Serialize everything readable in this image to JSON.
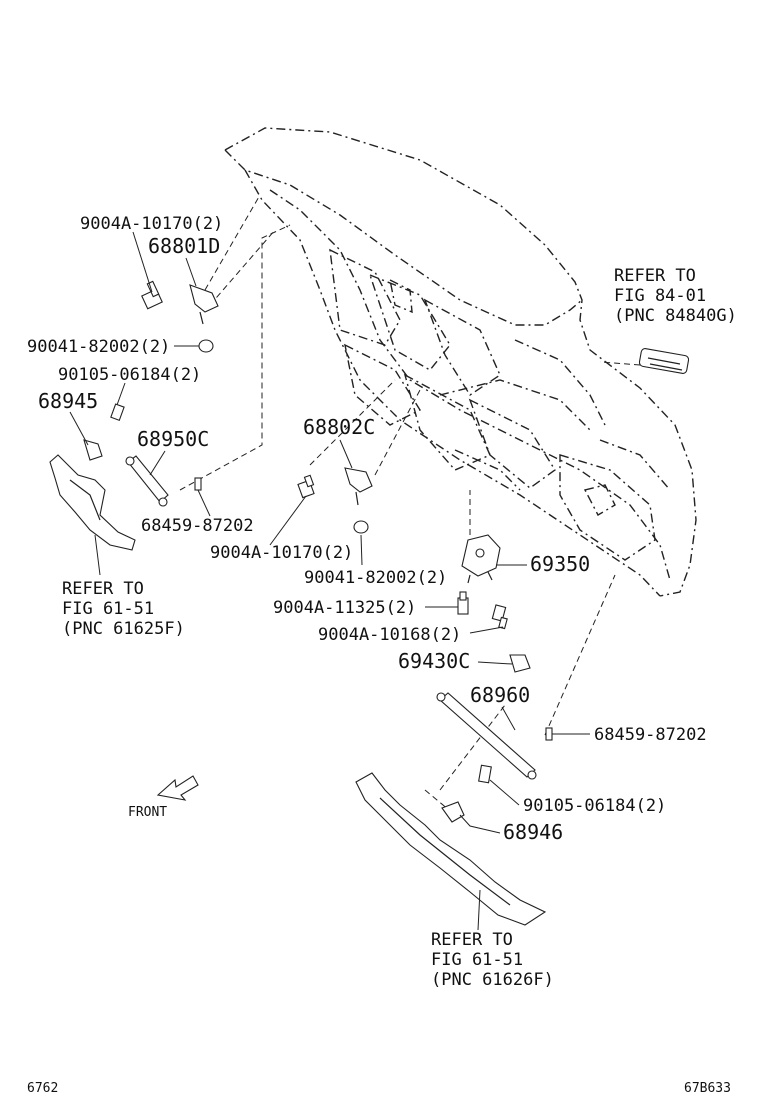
{
  "labels": {
    "bolt_top_left": "9004A-10170(2)",
    "hinge_left": "68801D",
    "nut_left": "90041-82002(2)",
    "bolt_strut_left": "90105-06184(2)",
    "bracket_left": "68945",
    "strut_left": "68950C",
    "stud_left": "68459-87202",
    "hinge_right": "68802C",
    "bolt_hinge_right": "9004A-10170(2)",
    "nut_right": "90041-82002(2)",
    "lock": "69350",
    "bolt_lock": "9004A-11325(2)",
    "bolt_striker": "9004A-10168(2)",
    "striker": "69430C",
    "strut_right": "68960",
    "stud_right": "68459-87202",
    "bolt_strut_right": "90105-06184(2)",
    "bracket_right": "68946"
  },
  "refs": {
    "top_right": [
      "REFER TO",
      "FIG 84-01",
      "(PNC 84840G)"
    ],
    "left": [
      "REFER TO",
      "FIG 61-51",
      "(PNC 61625F)"
    ],
    "bottom": [
      "REFER TO",
      "FIG 61-51",
      "(PNC 61626F)"
    ]
  },
  "front_label": "FRONT",
  "footer": {
    "left_code": "6762",
    "right_code": "67B633"
  }
}
